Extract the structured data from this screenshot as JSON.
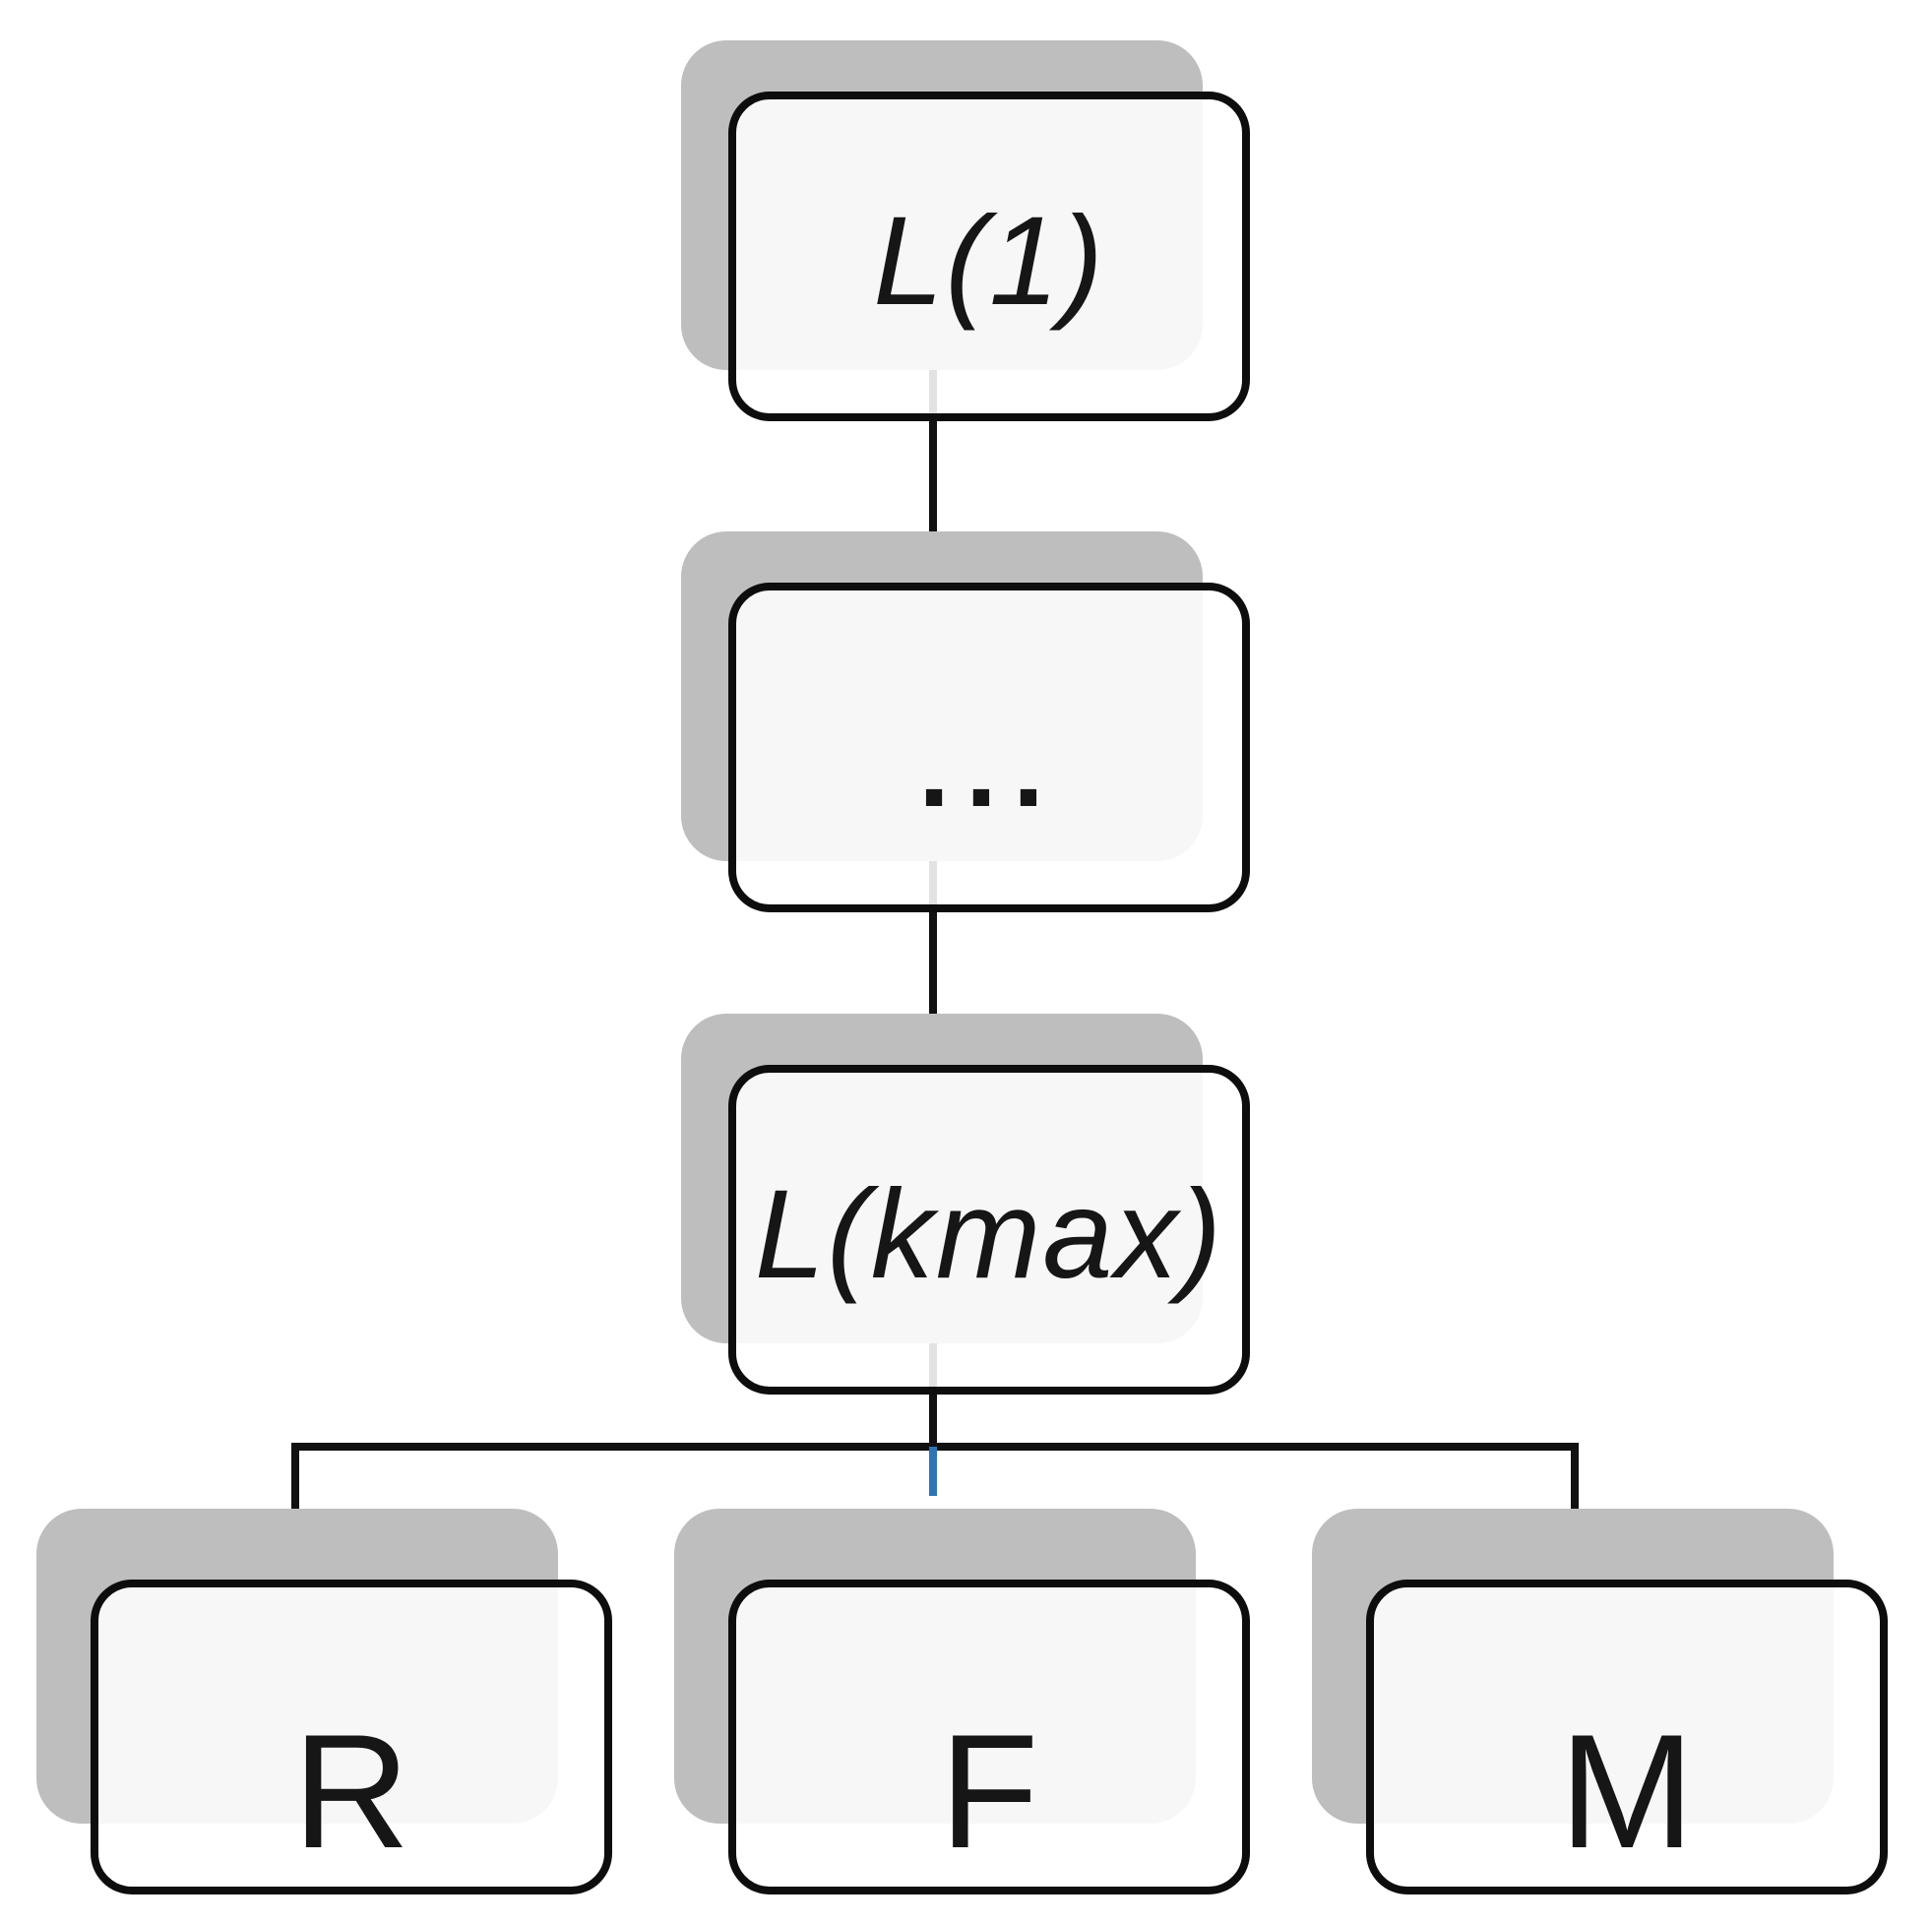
{
  "diagram": {
    "title": "dendrogram-level-hierarchy",
    "nodes": [
      {
        "id": "l1",
        "label": "L(1)",
        "shape": "rounded-rect",
        "text_style": "italic"
      },
      {
        "id": "ellipsis",
        "label": "...",
        "shape": "rounded-rect",
        "text_style": "bold"
      },
      {
        "id": "lkmax",
        "label": "L(kmax)",
        "shape": "rounded-rect",
        "text_style": "italic"
      },
      {
        "id": "r",
        "label": "R",
        "shape": "rounded-rect",
        "text_style": "regular"
      },
      {
        "id": "f",
        "label": "F",
        "shape": "rounded-rect",
        "text_style": "regular"
      },
      {
        "id": "m",
        "label": "M",
        "shape": "rounded-rect",
        "text_style": "regular"
      }
    ],
    "edges": [
      {
        "from": "L(1)",
        "to": "...",
        "color": "#111111"
      },
      {
        "from": "...",
        "to": "L(kmax)",
        "color": "#111111"
      },
      {
        "from": "L(kmax)",
        "to": "R",
        "color": "#111111"
      },
      {
        "from": "L(kmax)",
        "to": "F",
        "color": "#2e75b6"
      },
      {
        "from": "L(kmax)",
        "to": "M",
        "color": "#111111"
      }
    ],
    "colors": {
      "connector": "#111111",
      "highlight_connector": "#2e75b6",
      "shadow": "#bebebe",
      "node_border": "#0d0d0d",
      "node_fill": "#ffffff",
      "text": "#161616"
    }
  }
}
